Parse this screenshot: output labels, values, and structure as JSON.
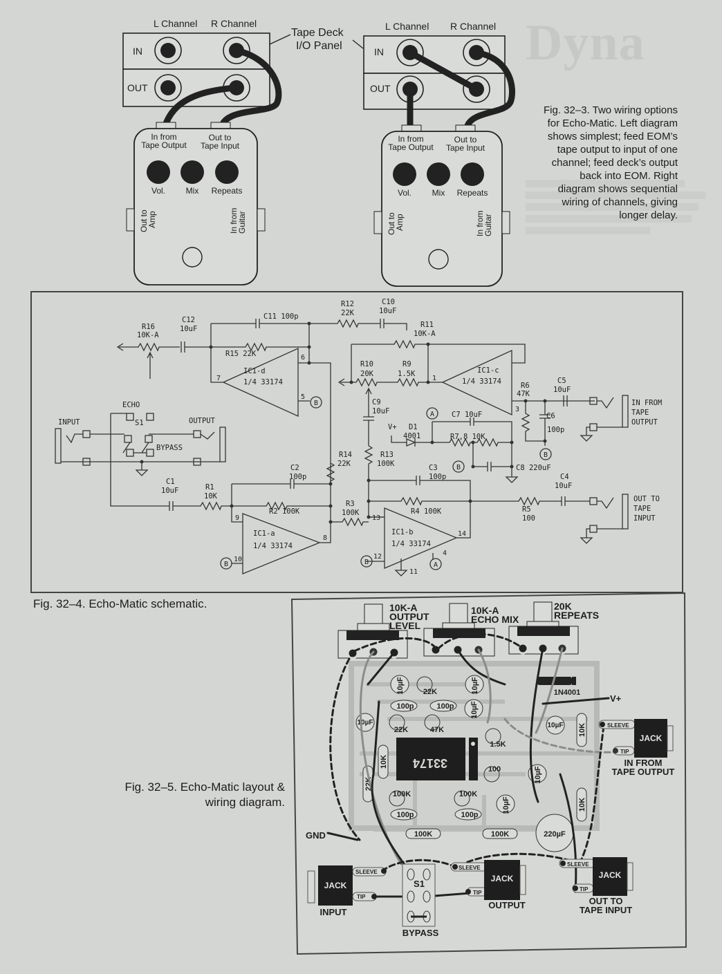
{
  "page": {
    "background_heading_partial": "Dyna"
  },
  "fig_32_3": {
    "left_panel": {
      "l_channel": "L Channel",
      "r_channel": "R Channel",
      "in_label": "IN",
      "out_label": "OUT",
      "callout": [
        "Tape Deck",
        "I/O Panel"
      ]
    },
    "right_panel": {
      "l_channel": "L Channel",
      "r_channel": "R Channel",
      "in_label": "IN",
      "out_label": "OUT"
    },
    "pedal": {
      "jack_in_top": [
        "In from",
        "Tape Output"
      ],
      "jack_out_top": [
        "Out to",
        "Tape Input"
      ],
      "knobs": [
        "Vol.",
        "Mix",
        "Repeats"
      ],
      "side_left": [
        "Out to",
        "Amp"
      ],
      "side_right": [
        "In from",
        "Guitar"
      ]
    },
    "caption": [
      "Fig. 32–3. Two wiring options",
      "for Echo-Matic. Left diagram",
      "shows simplest; feed EOM’s",
      "tape output to input of one",
      "channel; feed deck’s output",
      "back into EOM. Right",
      "diagram shows sequential",
      "wiring of channels, giving",
      "longer delay."
    ]
  },
  "fig_32_4": {
    "caption": "Fig. 32–4. Echo-Matic schematic.",
    "labels": {
      "r16": [
        "R16",
        "10K-A"
      ],
      "c12": [
        "C12",
        "10uF"
      ],
      "c11": "C11  100p",
      "r15": "R15  22K",
      "r12": [
        "R12",
        "22K"
      ],
      "c10": [
        "C10",
        "10uF"
      ],
      "r11": [
        "R11",
        "10K-A"
      ],
      "ic1d": [
        "IC1-d",
        "1/4 33174"
      ],
      "ic1c": [
        "IC1-c",
        "1/4 33174"
      ],
      "ic1a": [
        "IC1-a",
        "1/4 33174"
      ],
      "ic1b": [
        "IC1-b",
        "1/4 33174"
      ],
      "r10": [
        "R10",
        "20K"
      ],
      "r9": [
        "R9",
        "1.5K"
      ],
      "r6": [
        "R6",
        "47K"
      ],
      "c5": [
        "C5",
        "10uF"
      ],
      "c6": [
        "C6",
        "100p"
      ],
      "c9": [
        "C9",
        "10uF"
      ],
      "d1": [
        "D1",
        "4001"
      ],
      "vplus": "V+",
      "c7": "C7  10uF",
      "r78": "R7,8  10K",
      "c8": "C8  220uF",
      "r14": [
        "R14",
        "22K"
      ],
      "r13": [
        "R13",
        "100K"
      ],
      "c3": [
        "C3",
        "100p"
      ],
      "c2": [
        "C2",
        "100p"
      ],
      "c1": [
        "C1",
        "10uF"
      ],
      "r1": [
        "R1",
        "10K"
      ],
      "r2": "R2  100K",
      "r3": [
        "R3",
        "100K"
      ],
      "r4": "R4  100K",
      "r5": [
        "R5",
        "100"
      ],
      "c4": [
        "C4",
        "10uF"
      ],
      "echo": "ECHO",
      "s1": "S1",
      "bypass": "BYPASS",
      "input": "INPUT",
      "output": "OUTPUT",
      "in_from_tape": [
        "IN FROM",
        "TAPE",
        "OUTPUT"
      ],
      "out_to_tape": [
        "OUT TO",
        "TAPE",
        "INPUT"
      ],
      "pins": [
        "6",
        "7",
        "5",
        "1",
        "3",
        "9",
        "8",
        "10",
        "13",
        "14",
        "12",
        "4",
        "11"
      ],
      "node_a": "A",
      "node_b": "B"
    }
  },
  "fig_32_5": {
    "caption": [
      "Fig. 32–5. Echo-Matic layout &",
      "wiring diagram."
    ],
    "pots": [
      {
        "value": "10K-A",
        "name": "OUTPUT",
        "name2": "LEVEL"
      },
      {
        "value": "10K-A",
        "name": "ECHO MIX",
        "name2": ""
      },
      {
        "value": "20K",
        "name": "REPEATS",
        "name2": ""
      }
    ],
    "parts": {
      "c_10uf": "10µF",
      "r_22k": "22K",
      "c_100p": "100p",
      "r_47k": "47K",
      "r_1_5k": "1.5K",
      "ic": "33174",
      "r_100": "100",
      "r_10k": "10K",
      "r_100k": "100K",
      "c_220uf": "220µF",
      "diode": "1N4001"
    },
    "vplus": "V+",
    "gnd": "GND",
    "jack": "JACK",
    "sleeve": "SLEEVE",
    "tip": "TIP",
    "jack_in_tape": [
      "IN FROM",
      "TAPE OUTPUT"
    ],
    "jack_input": "INPUT",
    "jack_output": "OUTPUT",
    "jack_out_tape": [
      "OUT TO",
      "TAPE INPUT"
    ],
    "switch": "S1",
    "bypass": "BYPASS"
  }
}
